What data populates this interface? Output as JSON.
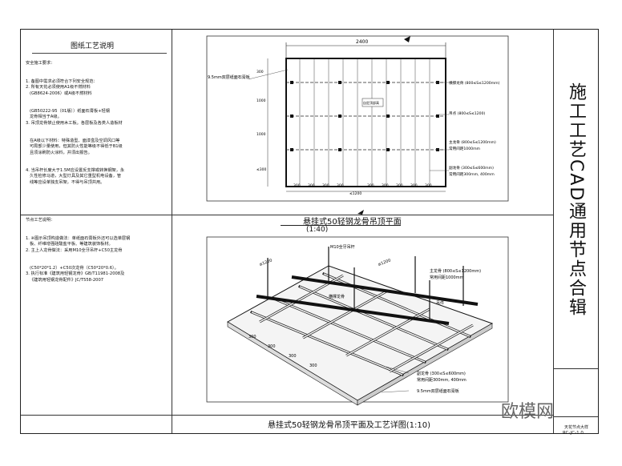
{
  "notes_top": {
    "title": "图纸工艺说明",
    "heading": "安全施工要求：",
    "lines": [
      "1. 备图中需求必须符合下列安全规范：",
      "2. 所有天花必须使用A1级不燃材料",
      "   (GB8624-2006）或A级不燃材料",
      "   (GB50222-95（01版））纸面石膏板+轻钢",
      "   龙骨相当于A级。",
      "3. 吊顶龙骨禁止使用木工板。各层板及各类人造板材",
      "   在A级以下材料：特殊造型、面漆盒及空调风口等",
      "   可局部少量使用，但其防火性能等级不得低于B1级",
      "   且须涂刷防火涂料，并须出报告。",
      "4. 当吊杆长度大于1.5M应设置反支撑或转换钢架，永",
      "   久性检修马道，大型灯具及其它重型机电设备，管",
      "   线等应设单独支吊架，不得与吊顶共用。"
    ]
  },
  "notes_bottom": {
    "heading": "节点工艺说明：",
    "lines": [
      "1. ※图示吊顶构造做法：单纸面石膏板外还可以选单层钢",
      "   板、纤维增强硅酸盐平板、等建筑装饰板材。",
      "2. 主上人龙骨做法：采用M10全牙吊杆+C50主龙骨",
      "   (C50*20*1.2）+C50次龙骨（C50*20*0.6）。",
      "3. 执行标准《建筑用轻钢龙骨》GB/T11981-2008及",
      "   《建筑用轻钢龙骨配件》JC/T558-2007"
    ]
  },
  "plan": {
    "dim_top": "2400",
    "board_label": "9.5mm双层纸面石膏板",
    "box_label": "自定顶部高",
    "right_labels": [
      "横撑龙骨 (800≤S≤1200mm)",
      "吊点 (800≤S≤1200)",
      "主龙骨 (800≤S≤1200mm)",
      "常用间距1000mm",
      "副龙骨 (300≤S≤600mm)",
      "常用间距300mm, 400mm"
    ],
    "left_dims": [
      "300",
      "1000",
      "1000",
      "≤300"
    ],
    "bottom_dims": [
      "300",
      "300",
      "300",
      "300",
      "≤1200",
      "300",
      "300",
      "300",
      "300",
      "300"
    ],
    "caption": "悬挂式50轻钢龙骨吊顶平面",
    "scale": "(1:40)"
  },
  "iso": {
    "label_rod": "M10全牙吊杆",
    "dim_1200_a": "≤1200",
    "dim_1200_b": "≤1200",
    "main_keel": "主龙骨 (800≤S≤1200mm)",
    "main_keel_2": "常用间距1000mm",
    "cross_keel": "横撑龙骨",
    "hanger": "吊件",
    "sub_keel": "副龙骨 (300≤S≤600mm)",
    "sub_keel_2": "常用间距300mm, 400mm",
    "board": "9.5mm双层纸面石膏板",
    "dims_300": [
      "300",
      "300",
      "300",
      "300"
    ],
    "caption": "悬挂式50轻钢龙骨吊顶平面及工艺详图(1:10)"
  },
  "sidebar": {
    "title": "施工工艺CAD通用节点合辑",
    "small_note": "天花节点大样",
    "code": "RC-JC-1.0"
  },
  "watermark": "欧模网"
}
